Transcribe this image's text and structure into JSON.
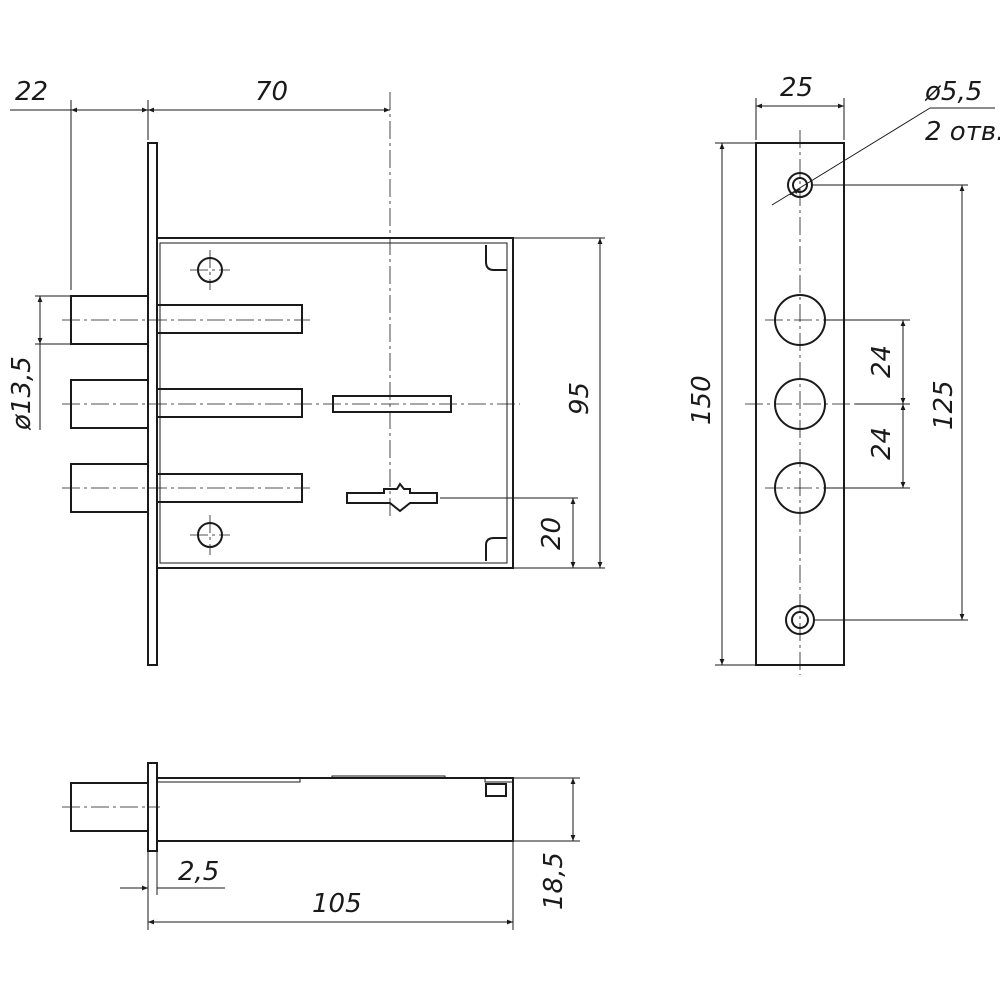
{
  "dimensions": {
    "d22": "22",
    "d70": "70",
    "d95": "95",
    "d20": "20",
    "d13_5": "ø13,5",
    "d25": "25",
    "d5_5": "ø5,5",
    "holes_note": "2 отв.",
    "d150": "150",
    "d125": "125",
    "d24a": "24",
    "d24b": "24",
    "d2_5": "2,5",
    "d105": "105",
    "d18_5": "18,5"
  }
}
